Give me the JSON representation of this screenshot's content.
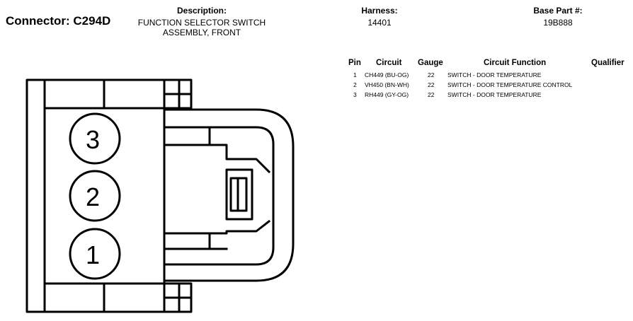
{
  "connector": {
    "label": "Connector: C294D"
  },
  "description": {
    "header": "Description:",
    "line1": "FUNCTION SELECTOR SWITCH",
    "line2": "ASSEMBLY, FRONT"
  },
  "harness": {
    "header": "Harness:",
    "value": "14401"
  },
  "base_part": {
    "header": "Base Part #:",
    "value": "19B888"
  },
  "pin_table": {
    "headers": {
      "pin": "Pin",
      "circuit": "Circuit",
      "gauge": "Gauge",
      "function": "Circuit Function",
      "qualifier": "Qualifier"
    },
    "rows": [
      {
        "pin": "1",
        "circuit": "CH449 (BU-OG)",
        "gauge": "22",
        "function": "SWITCH - DOOR TEMPERATURE",
        "qualifier": ""
      },
      {
        "pin": "2",
        "circuit": "VH450 (BN-WH)",
        "gauge": "22",
        "function": "SWITCH - DOOR TEMPERATURE CONTROL",
        "qualifier": ""
      },
      {
        "pin": "3",
        "circuit": "RH449 (GY-OG)",
        "gauge": "22",
        "function": "SWITCH - DOOR TEMPERATURE",
        "qualifier": ""
      }
    ]
  },
  "diagram": {
    "pin_labels": [
      "3",
      "2",
      "1"
    ]
  }
}
